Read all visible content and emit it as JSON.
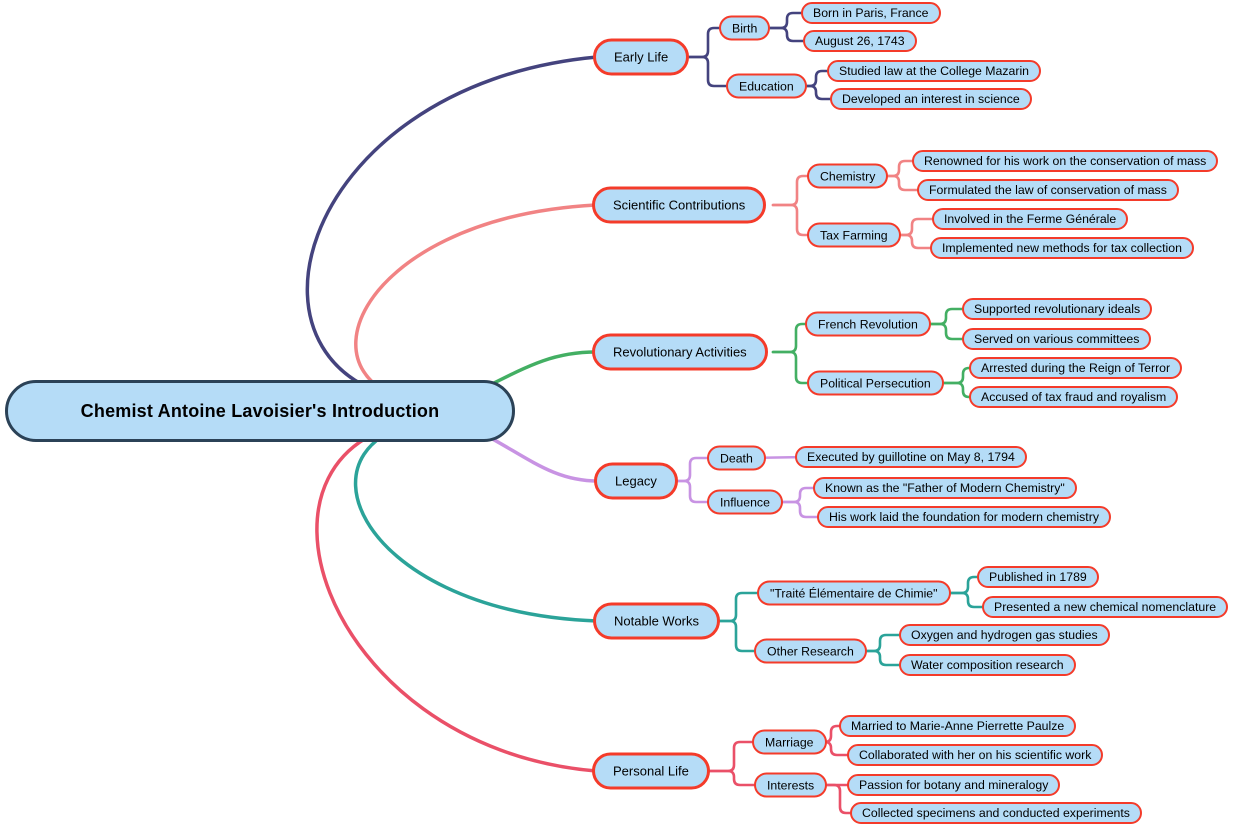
{
  "root": {
    "label": "Chemist Antoine Lavoisier's Introduction"
  },
  "colors": {
    "node_fill": "#b5dcf7",
    "node_border_red": "#f43b2a",
    "root_border": "#2b4257",
    "text": "#000000"
  },
  "branches": [
    {
      "label": "Early Life",
      "color": "#44437e",
      "children": [
        {
          "label": "Birth",
          "children": [
            {
              "label": "Born in Paris, France"
            },
            {
              "label": "August 26, 1743"
            }
          ]
        },
        {
          "label": "Education",
          "children": [
            {
              "label": "Studied law at the College Mazarin"
            },
            {
              "label": "Developed an interest in science"
            }
          ]
        }
      ]
    },
    {
      "label": "Scientific Contributions",
      "color": "#f18384",
      "children": [
        {
          "label": "Chemistry",
          "children": [
            {
              "label": "Renowned for his work on the conservation of mass"
            },
            {
              "label": "Formulated the law of conservation of mass"
            }
          ]
        },
        {
          "label": "Tax Farming",
          "children": [
            {
              "label": "Involved in the Ferme Générale"
            },
            {
              "label": "Implemented new methods for tax collection"
            }
          ]
        }
      ]
    },
    {
      "label": "Revolutionary Activities",
      "color": "#43af63",
      "children": [
        {
          "label": "French Revolution",
          "children": [
            {
              "label": "Supported revolutionary ideals"
            },
            {
              "label": "Served on various committees"
            }
          ]
        },
        {
          "label": "Political Persecution",
          "children": [
            {
              "label": "Arrested during the Reign of Terror"
            },
            {
              "label": "Accused of tax fraud and royalism"
            }
          ]
        }
      ]
    },
    {
      "label": "Legacy",
      "color": "#c893e3",
      "children": [
        {
          "label": "Death",
          "children": [
            {
              "label": "Executed by guillotine on May 8, 1794"
            }
          ]
        },
        {
          "label": "Influence",
          "children": [
            {
              "label": "Known as the \"Father of Modern Chemistry\""
            },
            {
              "label": "His work laid the foundation for modern chemistry"
            }
          ]
        }
      ]
    },
    {
      "label": "Notable Works",
      "color": "#2ba399",
      "children": [
        {
          "label": "\"Traité Élémentaire de Chimie\"",
          "children": [
            {
              "label": "Published in 1789"
            },
            {
              "label": "Presented a new chemical nomenclature"
            }
          ]
        },
        {
          "label": "Other Research",
          "children": [
            {
              "label": "Oxygen and hydrogen gas studies"
            },
            {
              "label": "Water composition research"
            }
          ]
        }
      ]
    },
    {
      "label": "Personal Life",
      "color": "#ea5068",
      "children": [
        {
          "label": "Marriage",
          "children": [
            {
              "label": "Married to Marie-Anne Pierrette Paulze"
            },
            {
              "label": "Collaborated with her on his scientific work"
            }
          ]
        },
        {
          "label": "Interests",
          "children": [
            {
              "label": "Passion for botany and mineralogy"
            },
            {
              "label": "Collected specimens and conducted experiments"
            }
          ]
        }
      ]
    }
  ]
}
